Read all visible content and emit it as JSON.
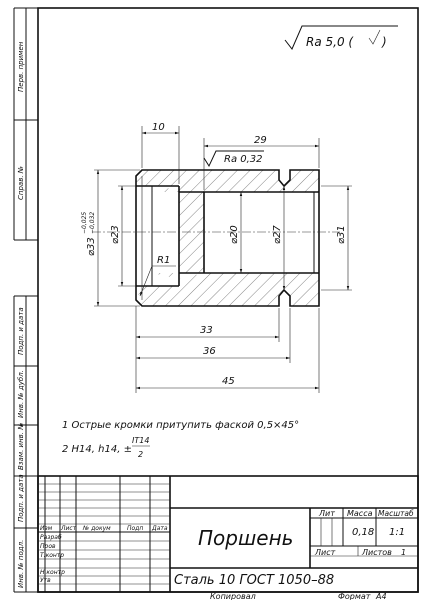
{
  "side_strip": {
    "perv_primen": "Перв. примен",
    "sprav_no": "Справ. №",
    "podp_data_1": "Подп. и дата",
    "inv_dubl": "Инв. № дубл.",
    "vzam_inv": "Взам. инв. №",
    "podp_data_2": "Подп. и дата",
    "inv_podl": "Инв. № подл."
  },
  "roughness": {
    "general": "Ra 5,0 (",
    "surface": "Ra 0,32"
  },
  "dimensions": {
    "d10": "10",
    "d29": "29",
    "d33": "33",
    "d36": "36",
    "d45": "45",
    "dia23": "⌀23",
    "dia33": "⌀33",
    "dia33_up": "−0,025",
    "dia33_lo": "−0,032",
    "dia20": "⌀20",
    "dia27": "⌀27",
    "dia31": "⌀31",
    "r1": "R1"
  },
  "notes": {
    "n1": "1 Острые кромки притупить фаской 0,5×45°",
    "n2": "2 H14, h14, ±",
    "n2_num": "IT14",
    "n2_den": "2"
  },
  "title_block": {
    "hdr_izm": "Изм",
    "hdr_list": "Лист",
    "hdr_dokum": "№ докум",
    "hdr_podp": "Подп",
    "hdr_data": "Дата",
    "razrab": "Разраб",
    "prov": "Пров",
    "tkontr": "Т.контр",
    "nkontr": "Н.контр",
    "utv": "Утв",
    "name": "Поршень",
    "material": "Сталь 10  ГОСТ 1050–88",
    "lit": "Лит",
    "massa": "Масса",
    "masshtab": "Масштаб",
    "massa_val": "0,18",
    "masshtab_val": "1:1",
    "list": "Лист",
    "listov": "Листов",
    "listov_val": "1"
  },
  "footer": {
    "kopiroval": "Копировал",
    "format": "Формат",
    "format_val": "А4"
  }
}
